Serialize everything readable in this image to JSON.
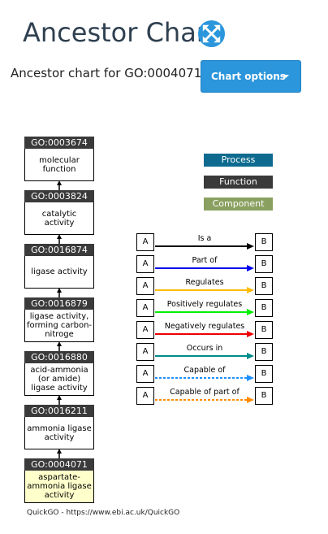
{
  "header": {
    "title": "Ancestor Chart",
    "expand_icon": "expand-arrows-icon",
    "subtitle": "Ancestor chart for GO:0004071",
    "chart_options_label": "Chart options"
  },
  "nodes": [
    {
      "id": "GO:0003674",
      "name": "molecular function",
      "selected": false
    },
    {
      "id": "GO:0003824",
      "name": "catalytic activity",
      "selected": false
    },
    {
      "id": "GO:0016874",
      "name": "ligase activity",
      "selected": false
    },
    {
      "id": "GO:0016879",
      "name": "ligase activity, forming carbon-nitroge",
      "selected": false
    },
    {
      "id": "GO:0016880",
      "name": "acid-ammonia (or amide) ligase activity",
      "selected": false
    },
    {
      "id": "GO:0016211",
      "name": "ammonia ligase activity",
      "selected": false
    },
    {
      "id": "GO:0004071",
      "name": "aspartate-ammonia ligase activity",
      "selected": true
    }
  ],
  "legend": {
    "aspects": [
      {
        "label": "Process",
        "color": "#0e6b8f"
      },
      {
        "label": "Function",
        "color": "#3a3a3a"
      },
      {
        "label": "Component",
        "color": "#8aa060"
      }
    ],
    "box_a": "A",
    "box_b": "B",
    "relations": [
      {
        "label": "Is a",
        "color": "#000000",
        "dashed": false
      },
      {
        "label": "Part of",
        "color": "#0000ee",
        "dashed": false
      },
      {
        "label": "Regulates",
        "color": "#ffbb00",
        "dashed": false
      },
      {
        "label": "Positively regulates",
        "color": "#00ee00",
        "dashed": false
      },
      {
        "label": "Negatively regulates",
        "color": "#ee0000",
        "dashed": false
      },
      {
        "label": "Occurs in",
        "color": "#008b8b",
        "dashed": false
      },
      {
        "label": "Capable of",
        "color": "#1e90ff",
        "dashed": true
      },
      {
        "label": "Capable of part of",
        "color": "#ff8c00",
        "dashed": true
      }
    ]
  },
  "footer": "QuickGO - https://www.ebi.ac.uk/QuickGO"
}
